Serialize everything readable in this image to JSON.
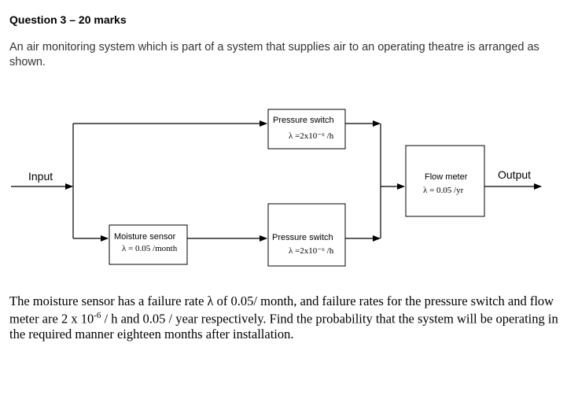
{
  "question": {
    "title": "Question 3 – 20 marks",
    "intro": "An air monitoring system which is part of a system that supplies air to an operating theatre is arranged as shown."
  },
  "diagram": {
    "input_label": "Input",
    "output_label": "Output",
    "blocks": [
      {
        "name": "Pressure switch",
        "rate": "λ =2x10⁻⁶ /h"
      },
      {
        "name": "Moisture sensor",
        "rate": "λ = 0.05 /month"
      },
      {
        "name": "Pressure switch",
        "rate": "λ =2x10⁻⁶ /h"
      },
      {
        "name": "Flow meter",
        "rate": "λ = 0.05 /yr"
      }
    ]
  },
  "body": {
    "part1": "The moisture sensor has a failure rate λ of 0.05/ month, and failure rates for the pressure switch and flow meter are 2 x 10",
    "exp": "-6",
    "part2": " / h and 0.05 / year respectively. Find the probability that the system will be operating in the required manner eighteen months after installation."
  }
}
